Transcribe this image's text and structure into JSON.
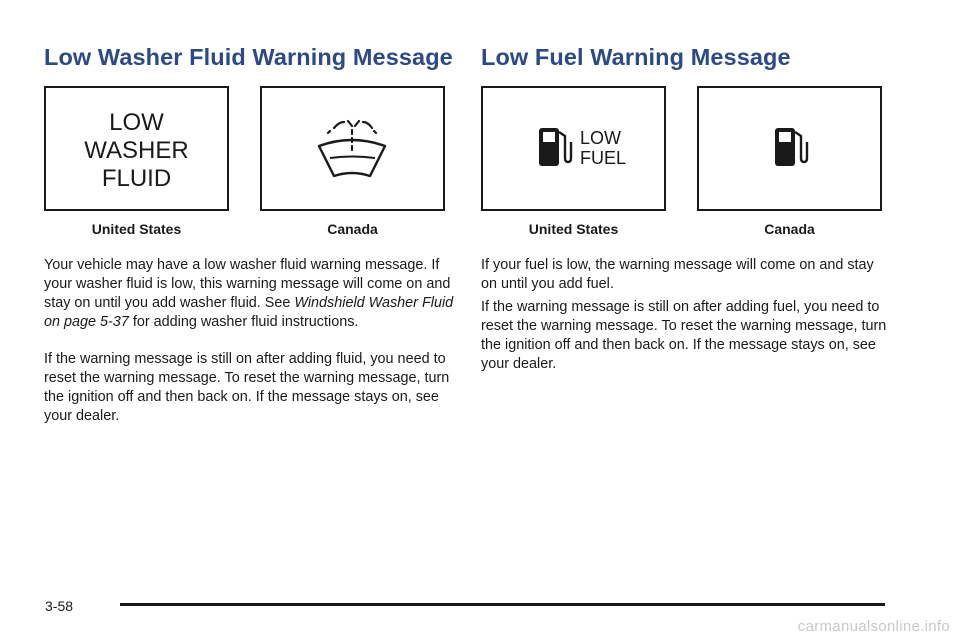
{
  "left_section": {
    "heading": "Low Washer Fluid Warning Message",
    "box_us": {
      "lines": [
        "LOW",
        "WASHER",
        "FLUID"
      ],
      "caption": "United States"
    },
    "box_ca": {
      "icon": "windshield-washer-icon",
      "caption": "Canada"
    },
    "paragraph1_pre": "Your vehicle may have a low washer fluid warning message. If your washer fluid is low, this warning message will come on and stay on until you add washer fluid. See ",
    "paragraph1_ref": "Windshield Washer Fluid on page 5-37",
    "paragraph1_post": " for adding washer fluid instructions.",
    "paragraph2": "If the warning message is still on after adding fluid, you need to reset the warning message. To reset the warning message, turn the ignition off and then back on. If the message stays on, see your dealer."
  },
  "right_section": {
    "heading": "Low Fuel Warning Message",
    "box_us": {
      "icon": "fuel-pump-icon",
      "lines": [
        "LOW",
        "FUEL"
      ],
      "caption": "United States"
    },
    "box_ca": {
      "icon": "fuel-pump-icon",
      "caption": "Canada"
    },
    "paragraph1": "If your fuel is low, the warning message will come on and stay on until you add fuel.",
    "paragraph2": "If the warning message is still on after adding fuel, you need to reset the warning message. To reset the warning message, turn the ignition off and then back on. If the message stays on, see your dealer."
  },
  "footer": {
    "page_number": "3-58",
    "watermark": "carmanualsonline.info"
  },
  "colors": {
    "heading": "#2b4a86",
    "text": "#1a1a1a",
    "watermark": "#c9c9c9"
  }
}
